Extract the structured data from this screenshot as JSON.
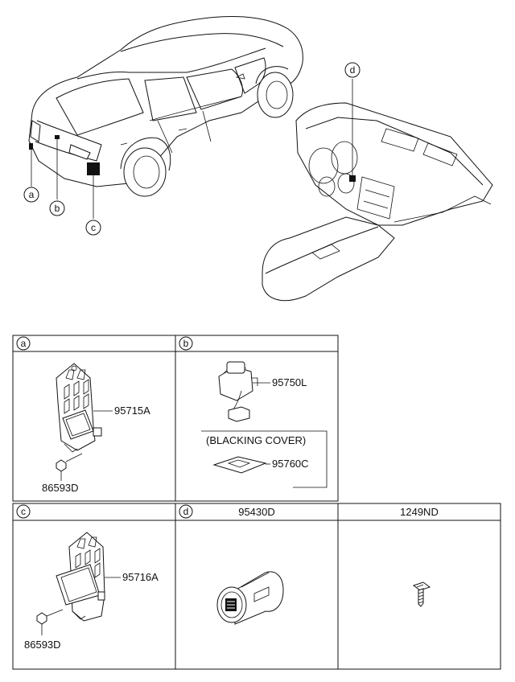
{
  "callouts": {
    "a": "a",
    "b": "b",
    "c": "c",
    "d": "d"
  },
  "cells": {
    "a": {
      "tag": "a",
      "part1": "95715A",
      "part2": "86593D"
    },
    "b": {
      "tag": "b",
      "part1": "95750L",
      "cover_label": "(BLACKING COVER)",
      "part2": "95760C"
    },
    "c": {
      "tag": "c",
      "part1": "95716A",
      "part2": "86593D"
    },
    "d": {
      "tag": "d",
      "header": "95430D"
    },
    "e": {
      "header": "1249ND"
    }
  }
}
